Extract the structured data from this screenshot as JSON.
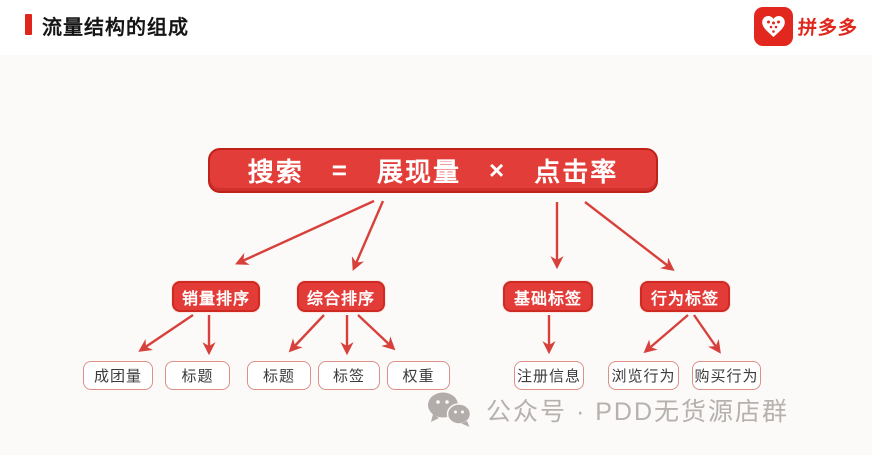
{
  "header": {
    "title": "流量结构的组成",
    "accent_color": "#e0251c",
    "brand": {
      "name": "拼多多",
      "logo_icon": "pdd-heart-icon",
      "color": "#e0271d"
    }
  },
  "diagram": {
    "formula": {
      "parts": [
        "搜索",
        "=",
        "展现量",
        "×",
        "点击率"
      ]
    },
    "level2": [
      {
        "label": "销量排序"
      },
      {
        "label": "综合排序"
      },
      {
        "label": "基础标签"
      },
      {
        "label": "行为标签"
      }
    ],
    "level3": [
      {
        "label": "成团量"
      },
      {
        "label": "标题"
      },
      {
        "label": "标题"
      },
      {
        "label": "标签"
      },
      {
        "label": "权重"
      },
      {
        "label": "注册信息"
      },
      {
        "label": "浏览行为"
      },
      {
        "label": "购买行为"
      }
    ],
    "colors": {
      "node_red": "#e33b38",
      "node_border": "#cd2a22",
      "arrow": "#d8413b",
      "leaf_border": "#dd8f88",
      "leaf_text": "#3b3b3b"
    }
  },
  "watermark": {
    "icon": "wechat-icon",
    "text": "公众号 · PDD无货源店群",
    "color": "#b6b1ae"
  }
}
